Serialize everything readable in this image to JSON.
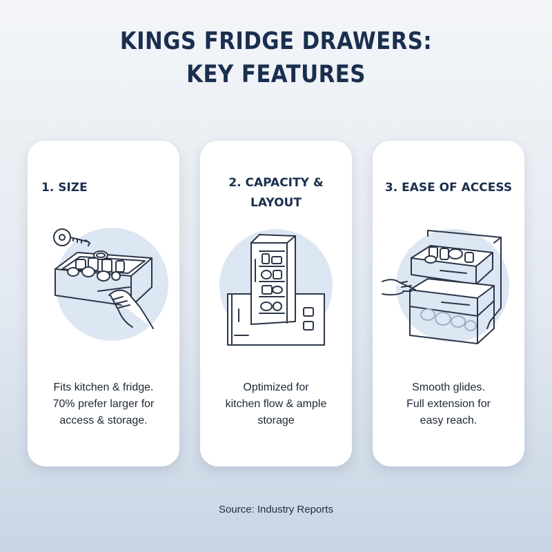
{
  "title": {
    "line1": "KINGS FRIDGE DRAWERS:",
    "line2": "KEY FEATURES"
  },
  "cards": [
    {
      "title_lines": [
        "1. SIZE"
      ],
      "icon": "drawer-with-tape-measure-icon",
      "text_lines": [
        "Fits kitchen & fridge.",
        "70% prefer larger for",
        "access & storage."
      ]
    },
    {
      "title_lines": [
        "2. CAPACITY &",
        "LAYOUT"
      ],
      "icon": "fridge-in-kitchen-icon",
      "text_lines": [
        "Optimized for",
        "kitchen flow & ample",
        "storage"
      ]
    },
    {
      "title_lines": [
        "3. EASE OF ACCESS"
      ],
      "icon": "sliding-drawers-icon",
      "text_lines": [
        "Smooth glides.",
        "Full extension for",
        "easy reach."
      ]
    }
  ],
  "source": "Source: Industry Reports",
  "colors": {
    "title": "#1a2f4f",
    "accent_circle": "#dde6f3",
    "line_art": "#2a3547"
  }
}
